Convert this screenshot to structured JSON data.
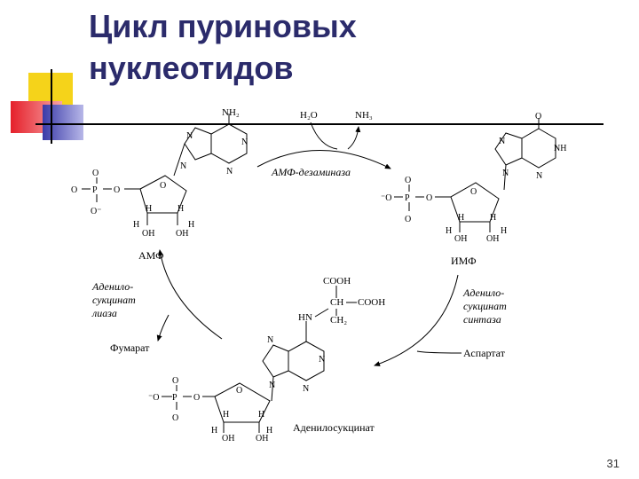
{
  "slide": {
    "title_line1": "Цикл пуриновых",
    "title_line2": "нуклеотидов",
    "page_number": "31",
    "colors": {
      "title": "#2b2b6b",
      "deco_yellow": "#f5d31a",
      "deco_red": "#e5202a",
      "deco_blue": "#3a3aa8"
    }
  },
  "diagram": {
    "amp": {
      "name": "АМФ",
      "nh2": "NH₂"
    },
    "imp": {
      "name": "ИМФ",
      "o": "O",
      "nh": "NH"
    },
    "adenylosuccinate": {
      "name": "Аденилосукцинат",
      "cooh": "COOH",
      "ch": "CH",
      "ch2": "CH₂",
      "cooh2": "COOH",
      "hn": "HN"
    },
    "enzyme_deaminase": "АМФ-дезаминаза",
    "enzyme_synthase": [
      "Аденило-",
      "сукцинат",
      "синтаза"
    ],
    "enzyme_lyase": [
      "Аденило-",
      "сукцинат",
      "лиаза"
    ],
    "reagent_h2o": "H₂O",
    "reagent_nh3": "NH₃",
    "aspartate": "Аспартат",
    "fumarate": "Фумарат",
    "atoms": {
      "N": "N",
      "O": "O",
      "P": "P",
      "H": "H",
      "OH": "OH",
      "Ominus": "O⁻",
      "minusO": "⁻O"
    }
  }
}
